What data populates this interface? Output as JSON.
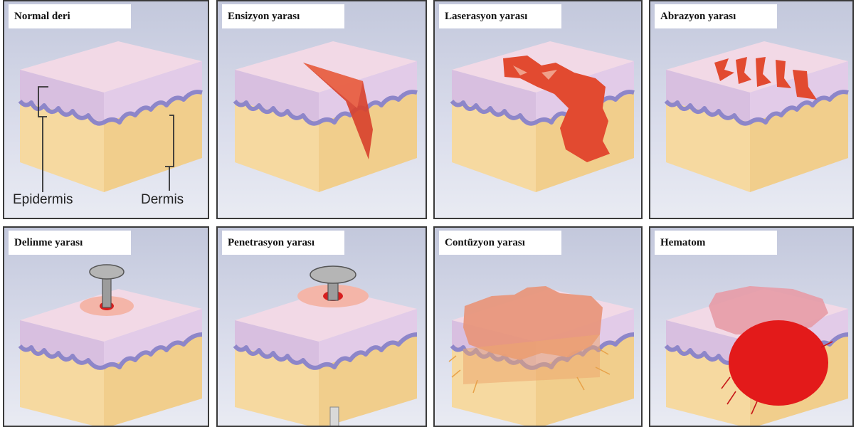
{
  "panels": [
    {
      "title": "Normal deri"
    },
    {
      "title": "Ensizyon yarası"
    },
    {
      "title": "Laserasyon yarası"
    },
    {
      "title": "Abrazyon yarası"
    },
    {
      "title": "Delinme yarası"
    },
    {
      "title": "Penetrasyon yarası"
    },
    {
      "title": "Contüzyon  yarası"
    },
    {
      "title": "Hematom"
    }
  ],
  "legend": {
    "epidermis": "Epidermis",
    "dermis": "Dermis"
  },
  "colors": {
    "epidermis_top": "#f2d9e6",
    "epidermis_side": "#d8bfe0",
    "basal_wave": "#8d86c9",
    "dermis": "#f6d9a0",
    "dermis_side": "#f1ce8c",
    "wound_red": "#e24a30",
    "blood_red": "#e31a1a",
    "bruise": "#e79c7e",
    "panel_bg": "#d3d6e6"
  }
}
